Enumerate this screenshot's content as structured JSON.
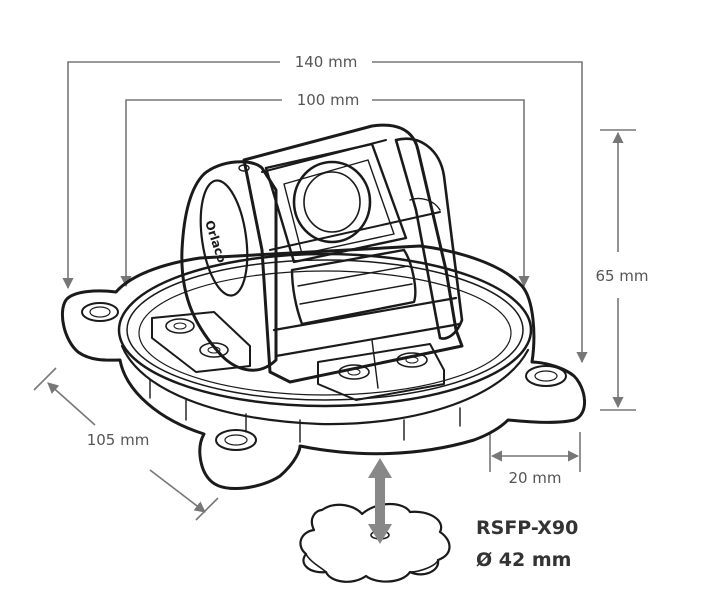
{
  "dimensions": {
    "width_outer": "140 mm",
    "width_inner": "100 mm",
    "height": "65 mm",
    "depth": "105 mm",
    "flange": "20 mm"
  },
  "product": {
    "name": "RSFP-X90",
    "diameter": "Ø 42 mm",
    "brand_mark": "Orlaco"
  },
  "colors": {
    "outline": "#1a1a1a",
    "dimension": "#777777",
    "fill": "#ffffff"
  }
}
